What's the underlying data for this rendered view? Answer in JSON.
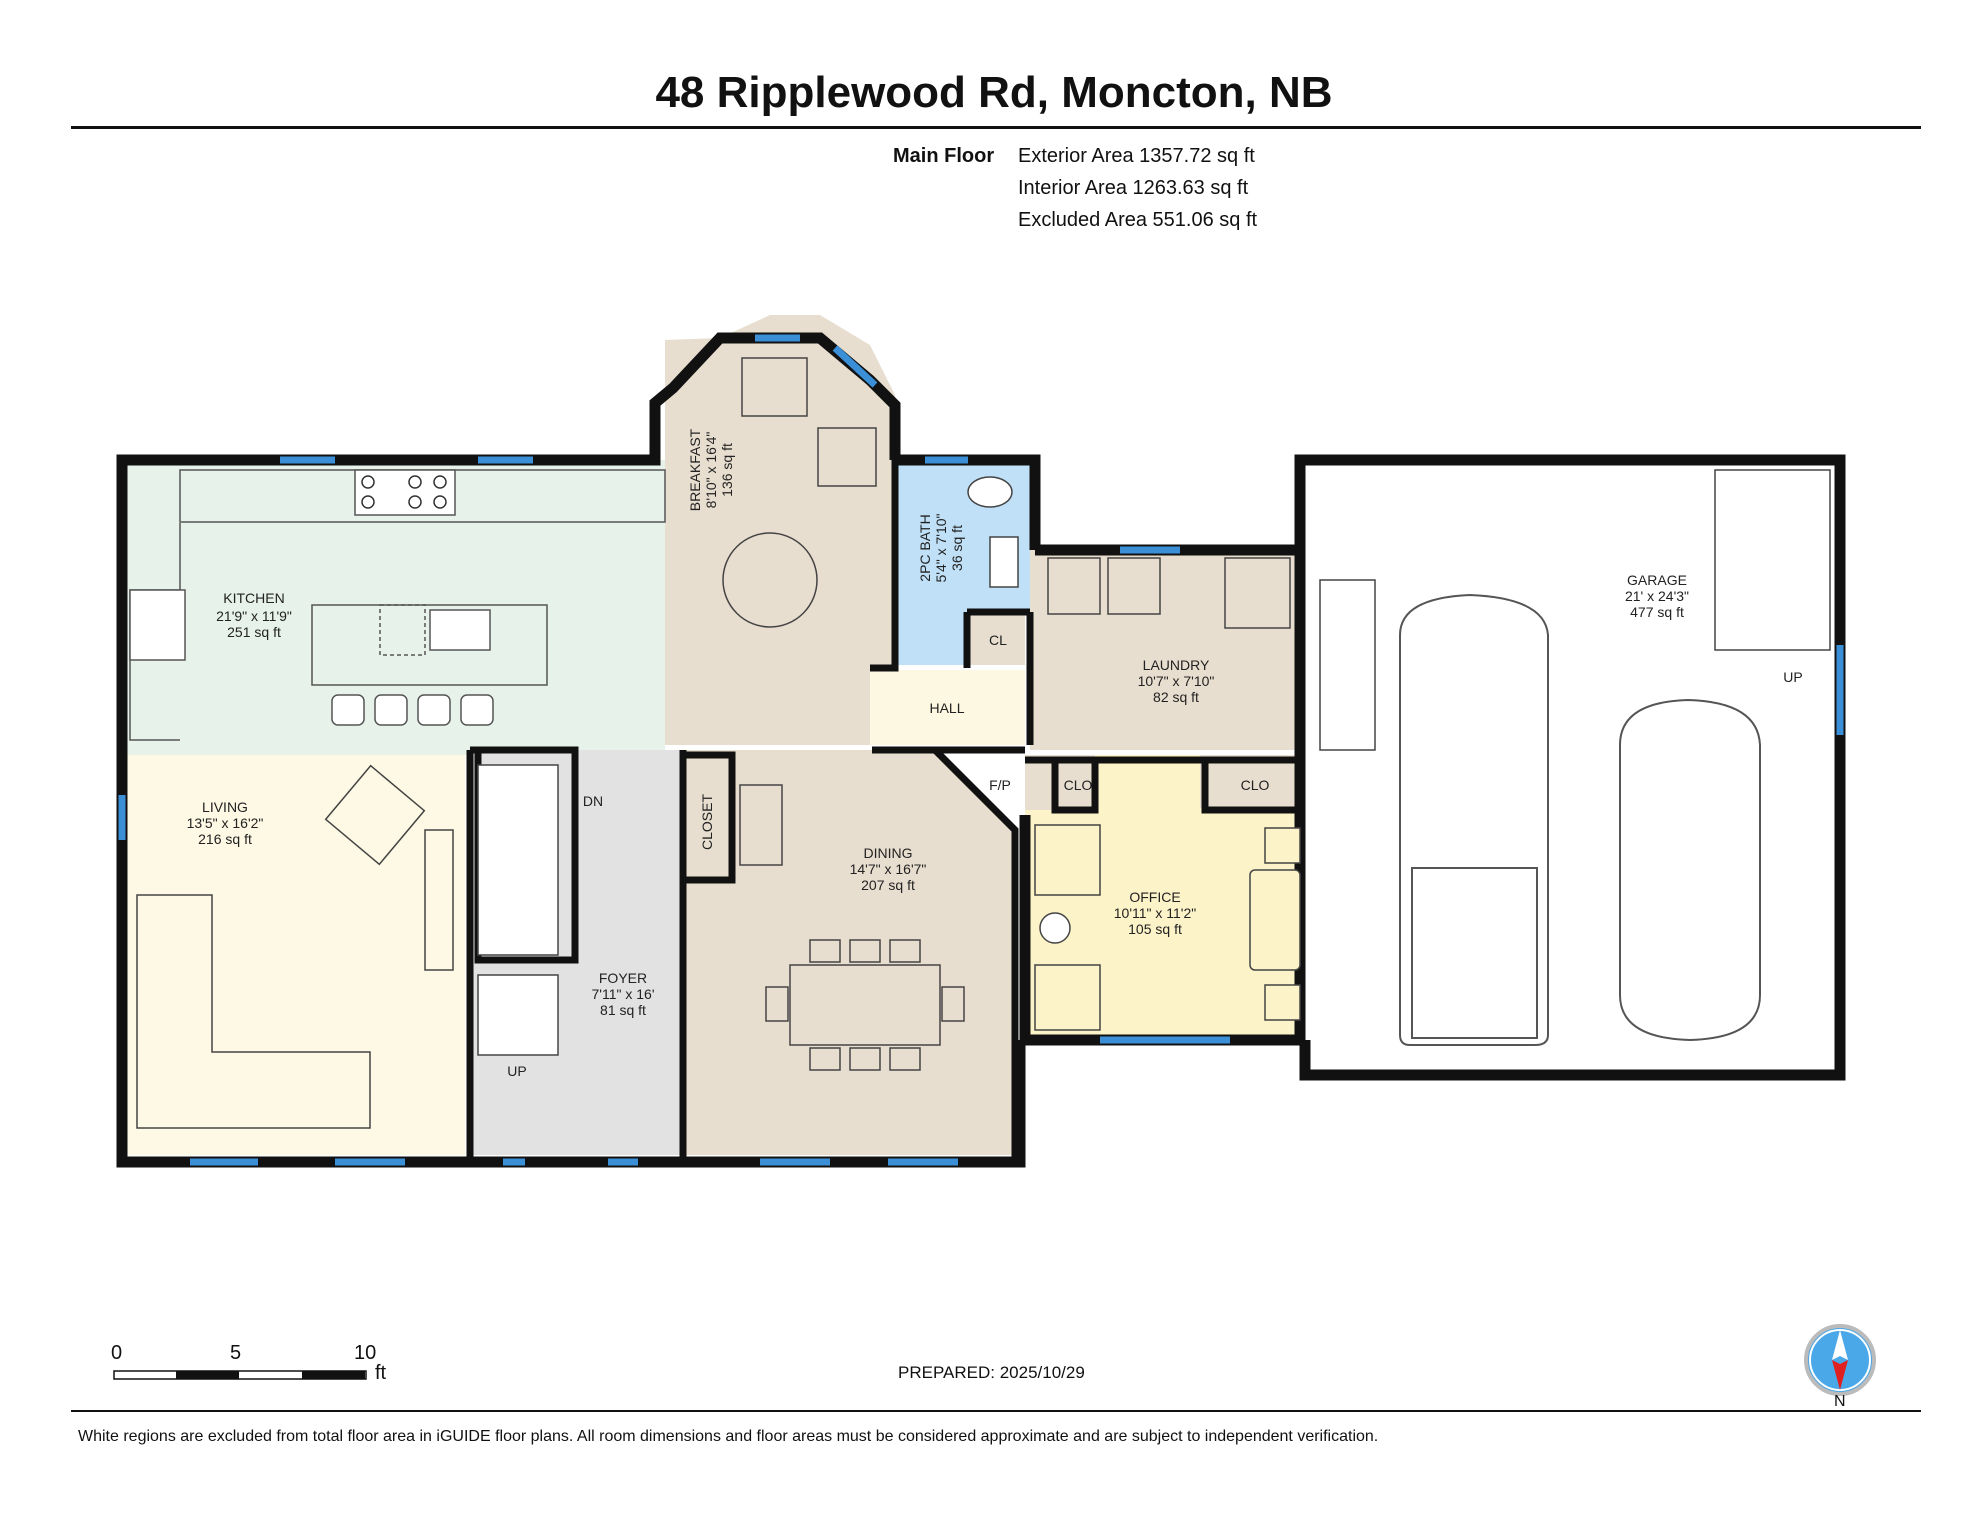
{
  "header": {
    "title": "48 Ripplewood Rd, Moncton, NB"
  },
  "areas": {
    "floor_label": "Main Floor",
    "exterior": "Exterior Area 1357.72 sq ft",
    "interior": "Interior Area 1263.63 sq ft",
    "excluded": "Excluded Area 551.06 sq ft"
  },
  "rooms": {
    "kitchen": {
      "name": "KITCHEN",
      "dims": "21'9\" x 11'9\"",
      "area": "251 sq ft"
    },
    "breakfast": {
      "name": "BREAKFAST",
      "dims": "8'10\" x 16'4\"",
      "area": "136 sq ft"
    },
    "bath": {
      "name": "2PC BATH",
      "dims": "5'4\" x 7'10\"",
      "area": "36 sq ft"
    },
    "laundry": {
      "name": "LAUNDRY",
      "dims": "10'7\" x 7'10\"",
      "area": "82 sq ft"
    },
    "garage": {
      "name": "GARAGE",
      "dims": "21' x 24'3\"",
      "area": "477 sq ft"
    },
    "living": {
      "name": "LIVING",
      "dims": "13'5\" x 16'2\"",
      "area": "216 sq ft"
    },
    "foyer": {
      "name": "FOYER",
      "dims": "7'11\" x 16'",
      "area": "81 sq ft"
    },
    "dining": {
      "name": "DINING",
      "dims": "14'7\" x 16'7\"",
      "area": "207 sq ft"
    },
    "office": {
      "name": "OFFICE",
      "dims": "10'11\" x 11'2\"",
      "area": "105 sq ft"
    }
  },
  "labels": {
    "hall": "HALL",
    "cl": "CL",
    "closet": "CLOSET",
    "fp": "F/P",
    "clo1": "CLO",
    "clo2": "CLO",
    "dn": "DN",
    "up_foyer": "UP",
    "up_garage": "UP"
  },
  "scale": {
    "t0": "0",
    "t5": "5",
    "t10": "10",
    "unit": "ft"
  },
  "prepared": "PREPARED: 2025/10/29",
  "north": "N",
  "disclaimer": "White regions are excluded from total floor area in iGUIDE floor plans. All room dimensions and floor areas must be considered approximate and are subject to independent verification.",
  "colors": {
    "wall": "#111111",
    "window": "#3a8fd6",
    "kitchen": "#e6f2ea",
    "breakfast": "#e8ded0",
    "dining": "#e8ded0",
    "bath": "#bfe0f7",
    "living": "#fdf9e4",
    "hall": "#fdf8e2",
    "foyer": "#e2e2e2",
    "laundry": "#e8ded0",
    "office": "#fdf3c8",
    "garage": "#ffffff",
    "compass_blue": "#4aa8e8",
    "compass_red": "#e02020"
  }
}
